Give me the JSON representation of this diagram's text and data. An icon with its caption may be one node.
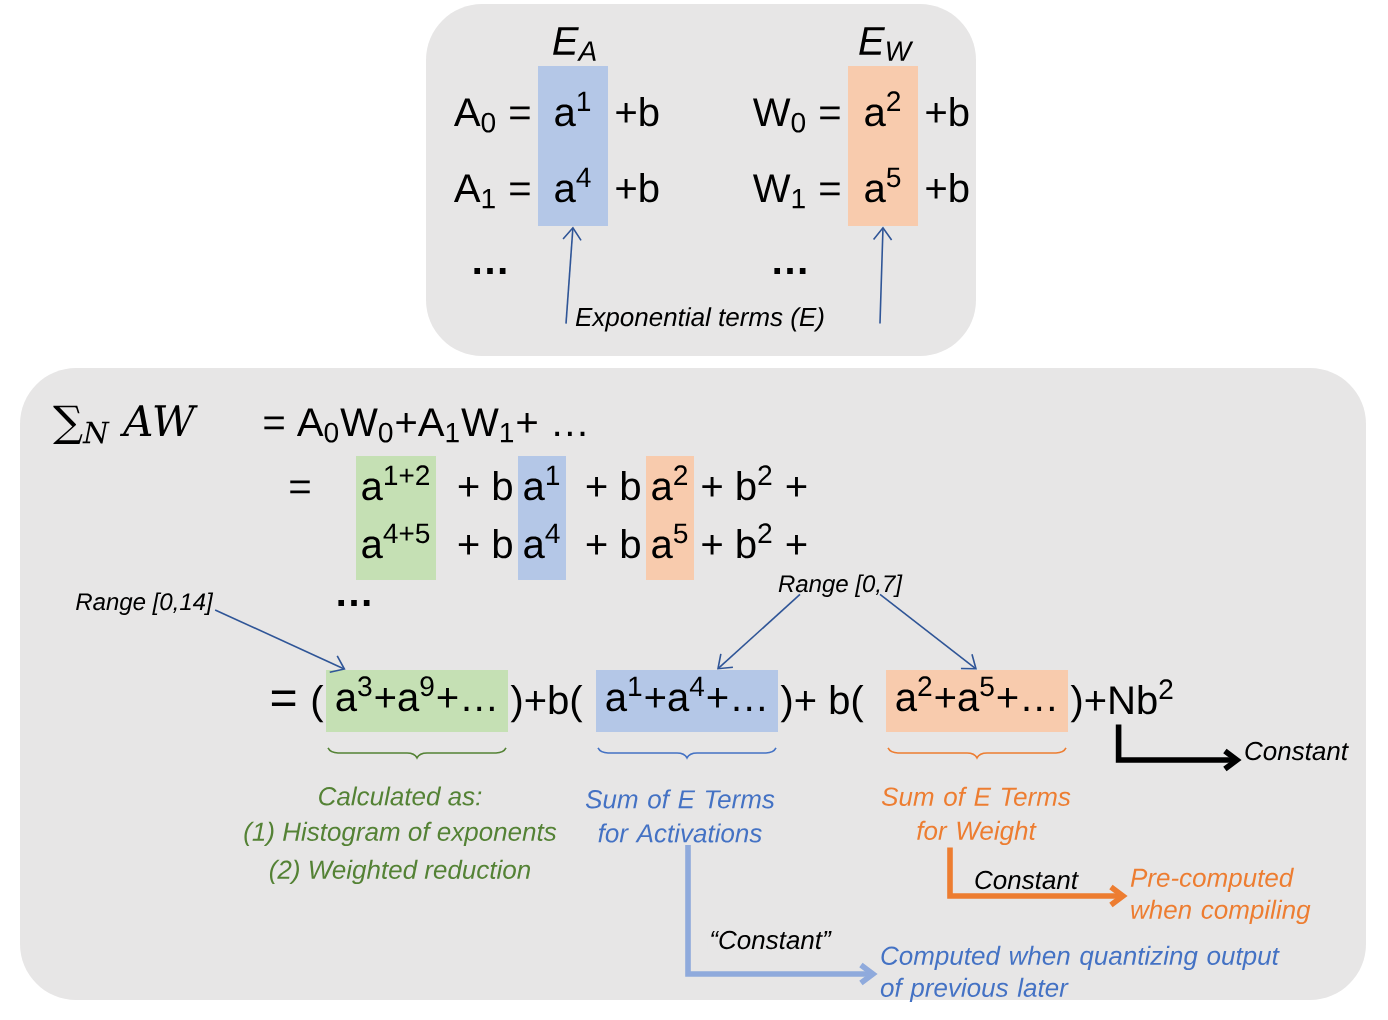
{
  "diagram": {
    "nodes": [
      {
        "text": [],
        "shape": "box"
      },
      {
        "text": [
          "E$_{A}$",
          "a$^{1}$",
          "a$^{4}$"
        ],
        "in": 0
      },
      {
        "text": [
          "E$_{W}$",
          "a$^{2}$",
          "a$^{5}$"
        ],
        "in": 0
      },
      {
        "text": [
          "Exponential terms (E)"
        ],
        "in": 0
      },
      {
        "text": [],
        "shape": "box"
      },
      {
        "text": [
          "a$^{1+2}$",
          "a$^{4+5}$"
        ],
        "in": 4
      },
      {
        "text": [
          "a$^{1}$",
          "a$^{4}$"
        ],
        "in": 4
      },
      {
        "text": [
          "a$^{2}$",
          "a$^{5}$"
        ],
        "in": 4
      },
      {
        "text": [
          "Range [0,14]"
        ],
        "in": 4
      },
      {
        "text": [
          "Range [0,7]"
        ],
        "in": 4
      },
      {
        "text": [
          "a$^{3}$+a$^{9}$+…"
        ],
        "in": 4,
        "beside": [
          "Calculated as:",
          "(1) Histogram of exponents",
          "(2) Weighted reduction"
        ]
      },
      {
        "text": [
          "a$^{1}$+a$^{4}$+…"
        ],
        "in": 4
      },
      {
        "text": [
          "a$^{2}$+a$^{5}$+…"
        ],
        "in": 4
      },
      {
        "text": [
          "Constant"
        ],
        "in": 4
      },
      {
        "text": [
          "Pre-computed when compiling"
        ],
        "in": 4
      },
      {
        "text": [
          "Computed when quantizing output of previous later"
        ],
        "in": 4
      },
      {
        "text": [
          ")+Nb$^{2}$"
        ],
        "in": 4
      },
      {
        "text": [
          "Sum of E Terms for Activations"
        ],
        "in": 4
      },
      {
        "text": [
          "Sum of E Terms for Weight"
        ],
        "in": 4
      }
    ],
    "edges": [
      {
        "from": 3,
        "to": 1,
        "arrow": "to"
      },
      {
        "from": 3,
        "to": 2,
        "arrow": "to"
      },
      {
        "from": 8,
        "to": 10,
        "arrow": "to"
      },
      {
        "from": 9,
        "to": 11,
        "arrow": "to"
      },
      {
        "from": 9,
        "to": 12,
        "arrow": "to"
      },
      {
        "from": 16,
        "to": 13,
        "arrow": "to",
        "style": "thick",
        "color": "#000000"
      },
      {
        "from": 18,
        "to": 14,
        "arrow": "to",
        "label": "Constant",
        "style": "thick",
        "color": "#ed7d31"
      },
      {
        "from": 17,
        "to": 15,
        "arrow": "to",
        "label": "“Constant”",
        "style": "thick",
        "color": "#8faadc"
      }
    ],
    "labels": [
      "A$_{0}$ =",
      "+b",
      "W$_{0}$ =",
      "+b",
      "A$_{1}$ =",
      "+b",
      "W$_{1}$ =",
      "+b",
      "…",
      "…",
      "∑$_{N}$ AW",
      "= A$_{0}$W$_{0}$+A$_{1}$W$_{1}$+ …",
      "=",
      "+ b",
      "+ b",
      "+ b$^{2}$ +",
      "+ b",
      "+ b",
      "+ b$^{2}$ +",
      "…",
      "=",
      "(",
      ")+b(",
      ")+ b("
    ]
  }
}
